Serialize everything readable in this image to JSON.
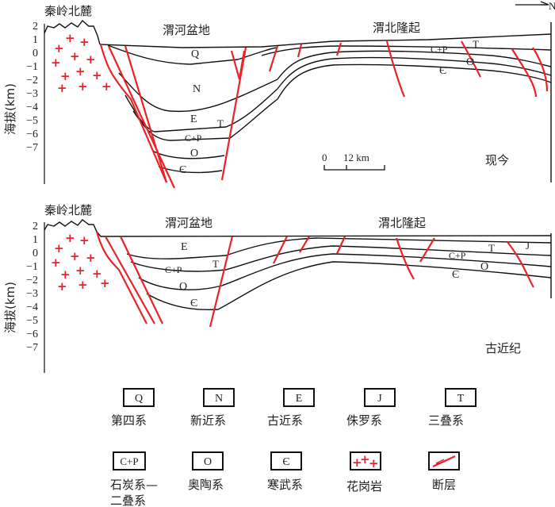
{
  "north_label": "N",
  "y_axis": {
    "label": "海拔(km)",
    "ticks": [
      "2",
      "1",
      "0",
      "−1",
      "−2",
      "−3",
      "−4",
      "−5",
      "−6",
      "−7"
    ]
  },
  "panel_top": {
    "mountain_label": "秦岭北麓",
    "basin_label": "渭河盆地",
    "uplift_label": "渭北隆起",
    "period_label": "现今",
    "scale": {
      "zero": "0",
      "length": "12 km"
    },
    "unit_labels": {
      "Q": "Q",
      "N": "N",
      "E": "E",
      "T": "T",
      "CP": "C+P",
      "O": "O",
      "Cam": "Є",
      "T2": "T",
      "CP2": "C+P",
      "O2": "O",
      "Cam2": "Є"
    }
  },
  "panel_bottom": {
    "mountain_label": "秦岭北麓",
    "basin_label": "渭河盆地",
    "uplift_label": "渭北隆起",
    "period_label": "古近纪",
    "unit_labels": {
      "E": "E",
      "T": "T",
      "CP": "C+P",
      "O": "O",
      "Cam": "Є",
      "T2": "T",
      "J": "J",
      "CP2": "C+P",
      "O2": "O",
      "Cam2": "Є"
    }
  },
  "legend": [
    {
      "symbol": "Q",
      "label": "第四系"
    },
    {
      "symbol": "N",
      "label": "新近系"
    },
    {
      "symbol": "E",
      "label": "古近系"
    },
    {
      "symbol": "J",
      "label": "侏罗系"
    },
    {
      "symbol": "T",
      "label": "三叠系"
    },
    {
      "symbol": "C+P",
      "label": "石炭系—",
      "label2": "二叠系"
    },
    {
      "symbol": "O",
      "label": "奥陶系"
    },
    {
      "symbol": "Є",
      "label": "寒武系"
    },
    {
      "symbol": "granite",
      "label": "花岗岩"
    },
    {
      "symbol": "fault",
      "label": "断层"
    }
  ],
  "colors": {
    "fault": "#e8232a",
    "granite": "#e8232a",
    "line": "#111111"
  }
}
